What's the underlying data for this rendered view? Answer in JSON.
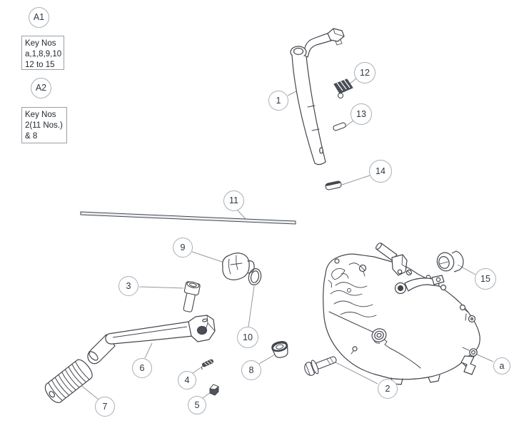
{
  "diagram": {
    "kind": "exploded-parts-diagram",
    "background_color": "#ffffff",
    "line_color": "#42464d",
    "leader_color": "#939aa2",
    "callout_border_color": "#aab0b6",
    "text_color": "#2e3744"
  },
  "key_boxes": [
    {
      "lines": [
        "Key Nos",
        "a,1,8,9,10",
        "12 to 15"
      ]
    },
    {
      "lines": [
        "Key Nos",
        "2(11 Nos.)",
        "& 8"
      ]
    }
  ],
  "callouts": [
    {
      "label": "A1"
    },
    {
      "label": "A2"
    },
    {
      "label": "1"
    },
    {
      "label": "12"
    },
    {
      "label": "13"
    },
    {
      "label": "14"
    },
    {
      "label": "11"
    },
    {
      "label": "9"
    },
    {
      "label": "3"
    },
    {
      "label": "10"
    },
    {
      "label": "15"
    },
    {
      "label": "6"
    },
    {
      "label": "4"
    },
    {
      "label": "8"
    },
    {
      "label": "2"
    },
    {
      "label": "5"
    },
    {
      "label": "7"
    },
    {
      "label": "a"
    }
  ]
}
